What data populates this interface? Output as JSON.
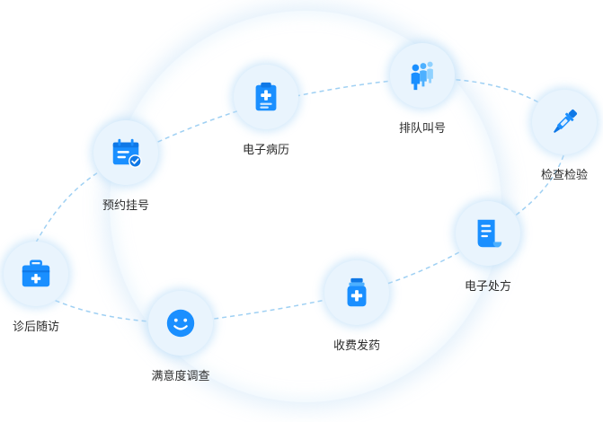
{
  "nodes": [
    {
      "id": "yuyue",
      "label": "预约挂号",
      "icon": "calendar-check-icon"
    },
    {
      "id": "bingli",
      "label": "电子病历",
      "icon": "clipboard-medical-icon"
    },
    {
      "id": "paidui",
      "label": "排队叫号",
      "icon": "queue-people-icon"
    },
    {
      "id": "jiancha",
      "label": "检查检验",
      "icon": "pipette-icon"
    },
    {
      "id": "chufang",
      "label": "电子处方",
      "icon": "prescription-scroll-icon"
    },
    {
      "id": "fayao",
      "label": "收费发药",
      "icon": "medicine-bottle-icon"
    },
    {
      "id": "diaocha",
      "label": "满意度调查",
      "icon": "smiley-face-icon"
    },
    {
      "id": "suifang",
      "label": "诊后随访",
      "icon": "first-aid-kit-icon"
    }
  ],
  "colors": {
    "accent": "#1a8fff",
    "accent_light": "#5ab4ff",
    "path": "#9fd0f3"
  }
}
